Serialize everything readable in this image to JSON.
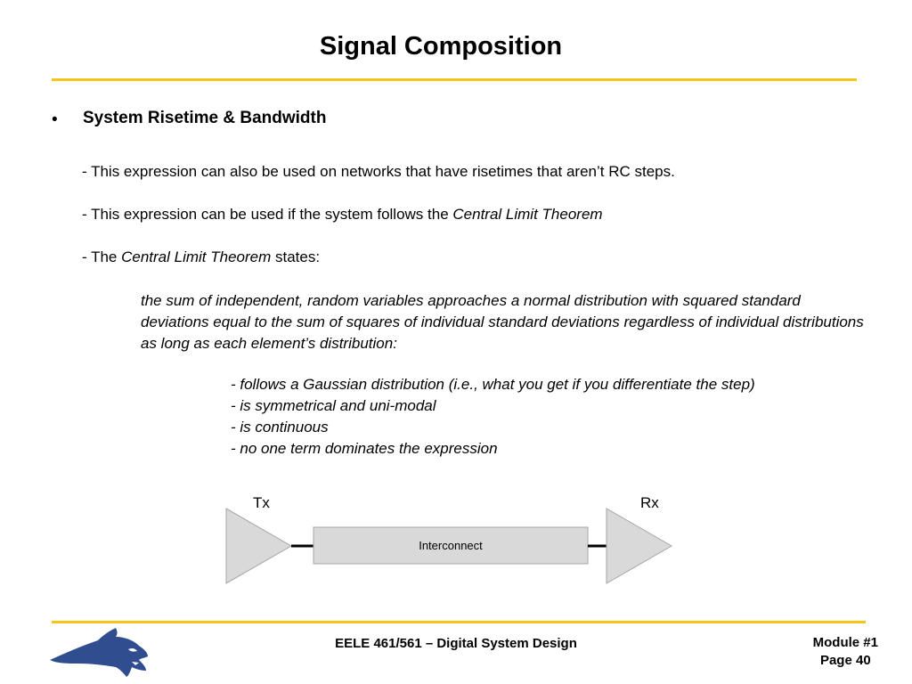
{
  "slide": {
    "title": "Signal Composition",
    "bullet_char": "•",
    "heading": "System Risetime & Bandwidth",
    "lines": [
      "- This expression can also be used on networks that have risetimes that aren’t RC steps."
    ],
    "line2_prefix": "- This expression can be used if the system follows the ",
    "line2_italic": "Central Limit Theorem",
    "line3_prefix": "- The ",
    "line3_italic": "Central Limit Theorem",
    "line3_suffix": " states:",
    "quote": "the sum of independent, random variables approaches a normal distribution with squared standard deviations equal to the sum of squares of individual standard deviations regardless of individual distributions as long as each element’s distribution:",
    "criteria": [
      "- follows a Gaussian distribution (i.e., what you get if you differentiate the step)",
      "- is symmetrical and uni-modal",
      "- is continuous",
      "- no one term dominates the expression"
    ]
  },
  "diagram": {
    "tx_label": "Tx",
    "rx_label": "Rx",
    "interconnect_label": "Interconnect",
    "colors": {
      "fill": "#d9d9d9",
      "stroke": "#a6a6a6",
      "wire": "#000000"
    }
  },
  "footer": {
    "course": "EELE 461/561 – Digital System Design",
    "module": "Module #1",
    "page": "Page 40",
    "logo_icon": "bobcat-logo-icon"
  },
  "colors": {
    "accent_rule": "#f5c518",
    "logo": "#2f4d8f"
  }
}
